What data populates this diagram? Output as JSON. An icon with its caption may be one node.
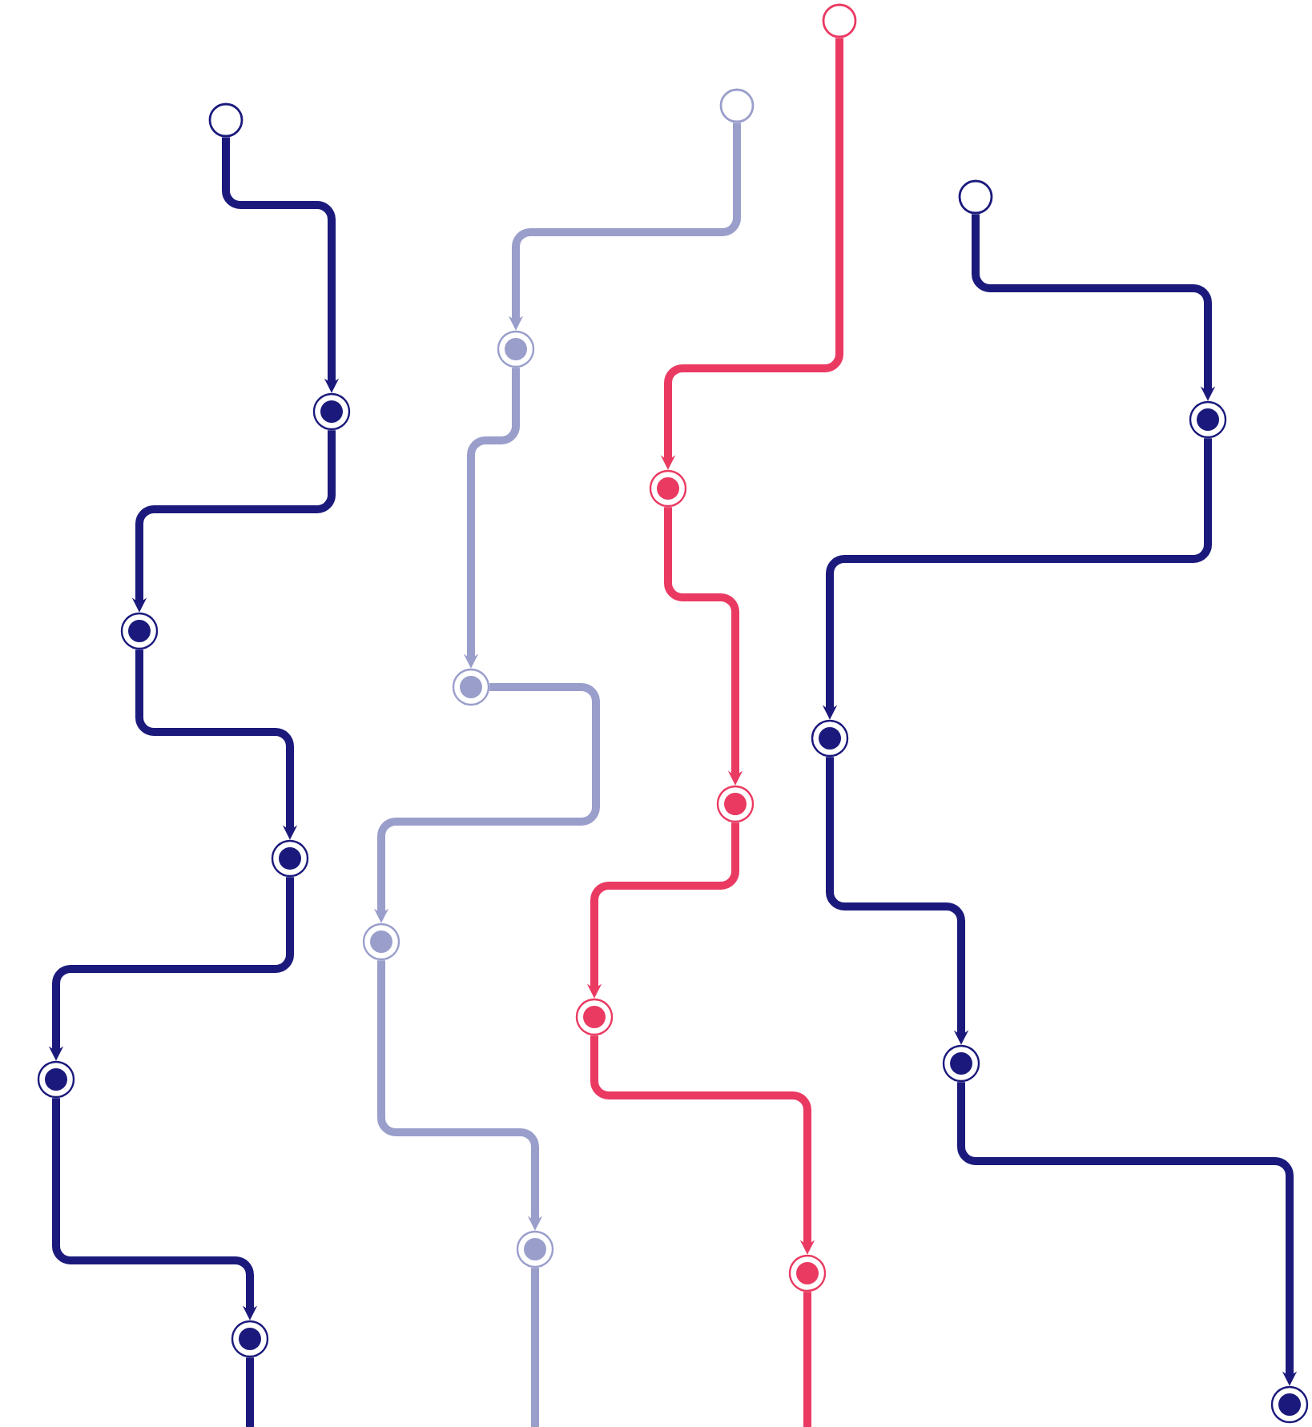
{
  "diagram": {
    "nodes": [
      {
        "text": [],
        "shape": "circle"
      },
      {
        "text": [],
        "shape": "circle"
      },
      {
        "text": [],
        "shape": "circle"
      },
      {
        "text": [],
        "shape": "circle"
      },
      {
        "text": [],
        "shape": "circle"
      },
      {
        "text": [],
        "shape": "circle"
      },
      {
        "text": [],
        "shape": "circle"
      },
      {
        "text": [],
        "shape": "circle"
      },
      {
        "text": [],
        "shape": "circle"
      },
      {
        "text": [],
        "shape": "circle"
      },
      {
        "text": [],
        "shape": "circle"
      },
      {
        "text": [],
        "shape": "circle"
      },
      {
        "text": [],
        "shape": "circle"
      },
      {
        "text": [],
        "shape": "circle"
      },
      {
        "text": [],
        "shape": "circle"
      },
      {
        "text": [],
        "shape": "circle"
      },
      {
        "text": [],
        "shape": "circle"
      },
      {
        "text": [],
        "shape": "circle"
      },
      {
        "text": [],
        "shape": "circle"
      },
      {
        "text": [],
        "shape": "circle"
      },
      {
        "text": [],
        "shape": "circle"
      }
    ],
    "edges": [
      {
        "from": 0,
        "to": 1,
        "arrow": "to"
      },
      {
        "from": 1,
        "to": 2,
        "arrow": "to"
      },
      {
        "from": 2,
        "to": 3,
        "arrow": "to"
      },
      {
        "from": 3,
        "to": 4,
        "arrow": "to"
      },
      {
        "from": 4,
        "to": 5,
        "arrow": "to"
      },
      {
        "from": 5,
        "to": null,
        "arrow": "none"
      },
      {
        "from": 6,
        "to": 7,
        "arrow": "to",
        "color": "#9a9ecb"
      },
      {
        "from": 7,
        "to": 8,
        "arrow": "to",
        "color": "#9a9ecb"
      },
      {
        "from": 8,
        "to": 9,
        "arrow": "to",
        "color": "#9a9ecb"
      },
      {
        "from": 9,
        "to": 10,
        "arrow": "to",
        "color": "#9a9ecb"
      },
      {
        "from": 10,
        "to": null,
        "arrow": "none",
        "color": "#9a9ecb"
      },
      {
        "from": 11,
        "to": 12,
        "arrow": "to",
        "color": "#ea3a62"
      },
      {
        "from": 12,
        "to": 13,
        "arrow": "to",
        "color": "#ea3a62"
      },
      {
        "from": 13,
        "to": 14,
        "arrow": "to",
        "color": "#ea3a62"
      },
      {
        "from": 14,
        "to": 15,
        "arrow": "to",
        "color": "#ea3a62"
      },
      {
        "from": 15,
        "to": null,
        "arrow": "none",
        "color": "#ea3a62"
      },
      {
        "from": 16,
        "to": 17,
        "arrow": "to"
      },
      {
        "from": 17,
        "to": 18,
        "arrow": "to"
      },
      {
        "from": 18,
        "to": 19,
        "arrow": "to"
      },
      {
        "from": 19,
        "to": 20,
        "arrow": "to"
      }
    ]
  }
}
